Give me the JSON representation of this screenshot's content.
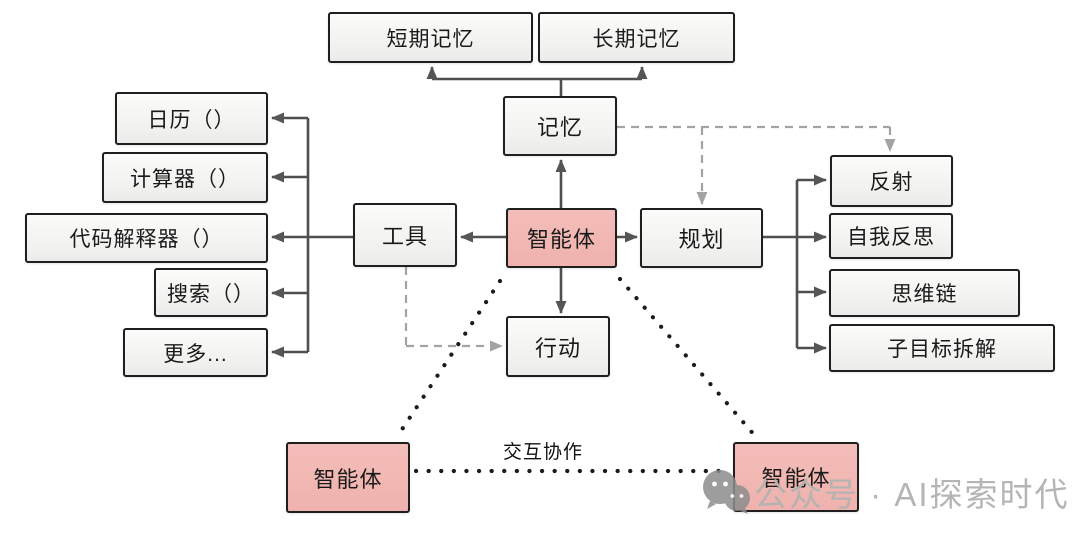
{
  "diagram": {
    "title": "agent-architecture-diagram",
    "nodes": {
      "short_term_memory": "短期记忆",
      "long_term_memory": "长期记忆",
      "memory": "记忆",
      "calendar": "日历（）",
      "calculator": "计算器（）",
      "code_interpreter": "代码解释器（）",
      "search": "搜索（）",
      "more": "更多...",
      "tools": "工具",
      "agent": "智能体",
      "planning": "规划",
      "action": "行动",
      "reflection": "反射",
      "self_reflection": "自我反思",
      "chain_of_thought": "思维链",
      "subgoal_decomposition": "子目标拆解",
      "agent_left": "智能体",
      "agent_right": "智能体"
    },
    "edge_labels": {
      "collaboration": "交互协作"
    },
    "colors": {
      "agent_fill": "#f1b6b2",
      "node_fill": "#f2f2f0",
      "node_border": "#1f1f1f",
      "solid_edge": "#4f4f4f",
      "dashed_edge": "#a3a3a3",
      "dotted_edge": "#1b1b1b"
    }
  },
  "watermark": {
    "text": "公众号 · AI探索时代",
    "icon": "wechat-icon",
    "color": "#b2b2b2"
  }
}
